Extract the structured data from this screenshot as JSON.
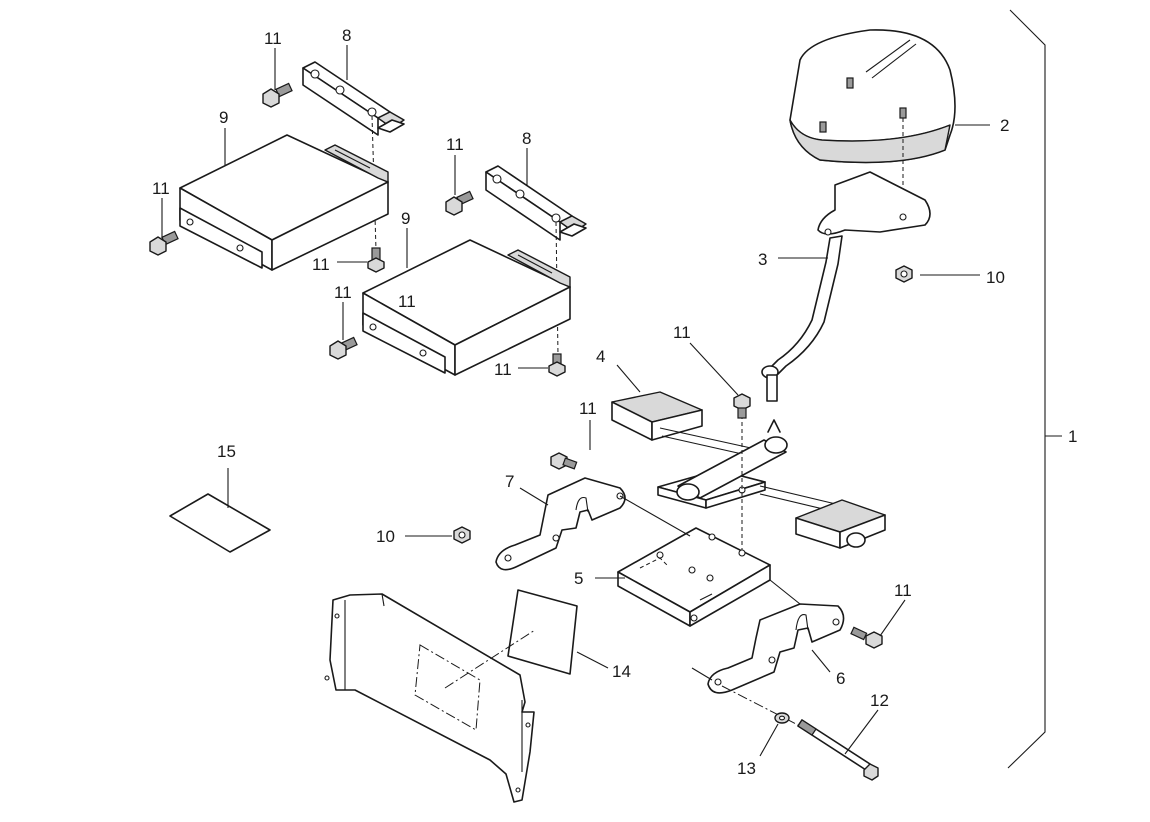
{
  "callouts": {
    "c1": "1",
    "c2": "2",
    "c3": "3",
    "c4": "4",
    "c5": "5",
    "c6": "6",
    "c7": "7",
    "c8a": "8",
    "c8b": "8",
    "c9a": "9",
    "c9b": "9",
    "c10a": "10",
    "c10b": "10",
    "c11a": "11",
    "c11b": "11",
    "c11c": "11",
    "c11d": "11",
    "c11e": "11",
    "c11f": "11",
    "c11g": "11",
    "c11h": "11",
    "c11i": "11",
    "c11j": "11",
    "c12": "12",
    "c13": "13",
    "c14": "14",
    "c15": "15"
  },
  "colors": {
    "line": "#1a1a1a",
    "background": "#ffffff",
    "shade": "#d9d9d9"
  }
}
